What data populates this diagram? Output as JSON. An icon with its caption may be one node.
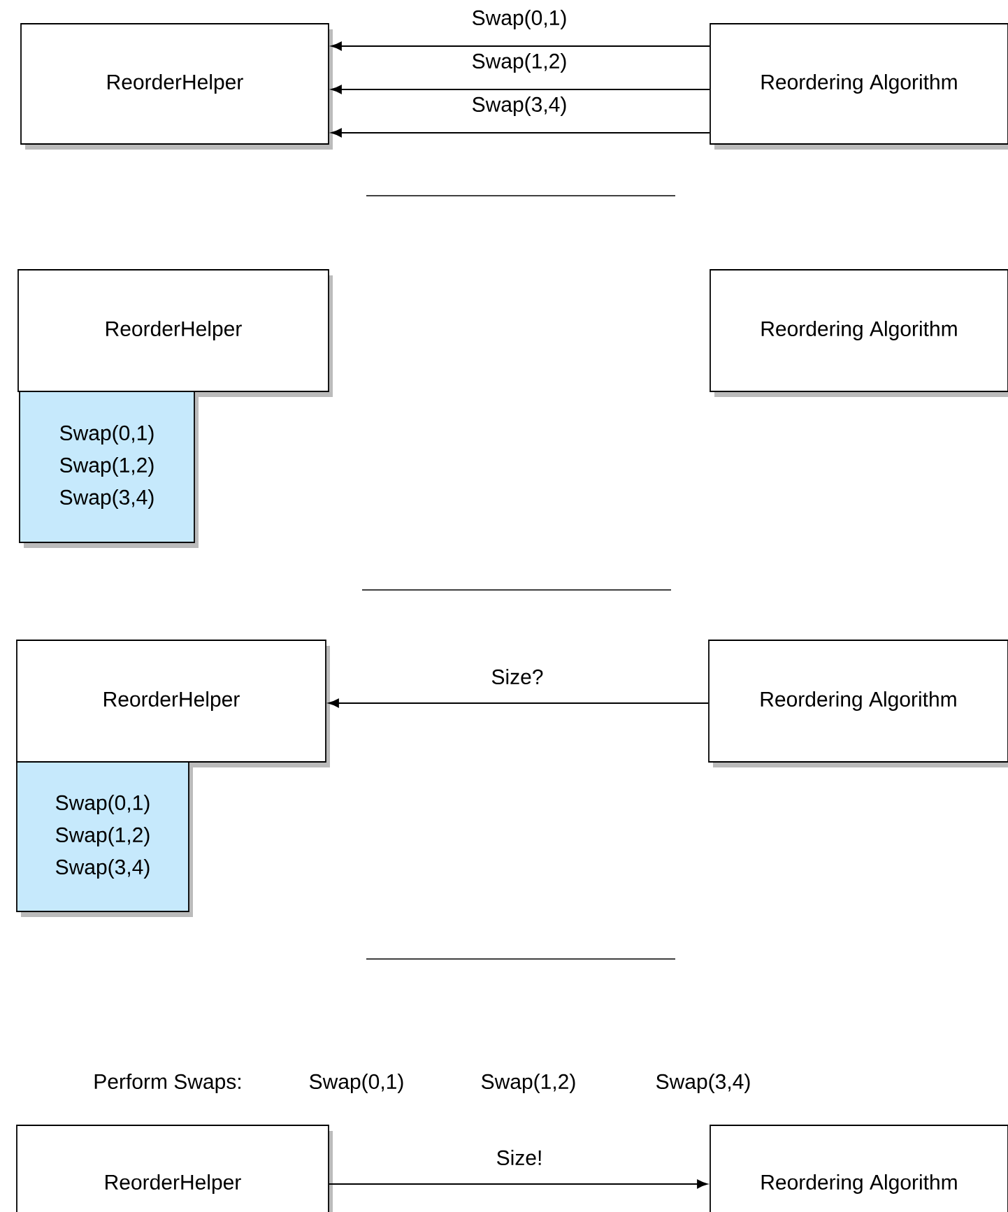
{
  "diagram": {
    "nodes": [
      {
        "text": [
          "ReorderHelper"
        ]
      },
      {
        "text": [
          "Reordering Algorithm"
        ]
      },
      {
        "text": [
          "ReorderHelper"
        ]
      },
      {
        "text": [
          "Reordering Algorithm"
        ]
      },
      {
        "text": [
          "Swap(0,1)",
          "Swap(1,2)",
          "Swap(3,4)"
        ]
      },
      {
        "text": [
          "ReorderHelper"
        ]
      },
      {
        "text": [
          "Reordering Algorithm"
        ]
      },
      {
        "text": [
          "Swap(0,1)",
          "Swap(1,2)",
          "Swap(3,4)"
        ]
      },
      {
        "text": [
          "ReorderHelper"
        ]
      },
      {
        "text": [
          "Reordering Algorithm"
        ]
      }
    ],
    "edges": [
      {
        "from": 1,
        "to": 0,
        "arrow": "to",
        "label": "Swap(0,1)"
      },
      {
        "from": 1,
        "to": 0,
        "arrow": "to",
        "label": "Swap(1,2)"
      },
      {
        "from": 1,
        "to": 0,
        "arrow": "to",
        "label": "Swap(3,4)"
      },
      {
        "from": 6,
        "to": 5,
        "arrow": "to",
        "label": "Size?"
      },
      {
        "from": 8,
        "to": 9,
        "arrow": "to",
        "label": "Size!"
      }
    ],
    "labels": [
      "Perform Swaps:",
      "Swap(0,1)",
      "Swap(1,2)",
      "Swap(3,4)"
    ]
  }
}
